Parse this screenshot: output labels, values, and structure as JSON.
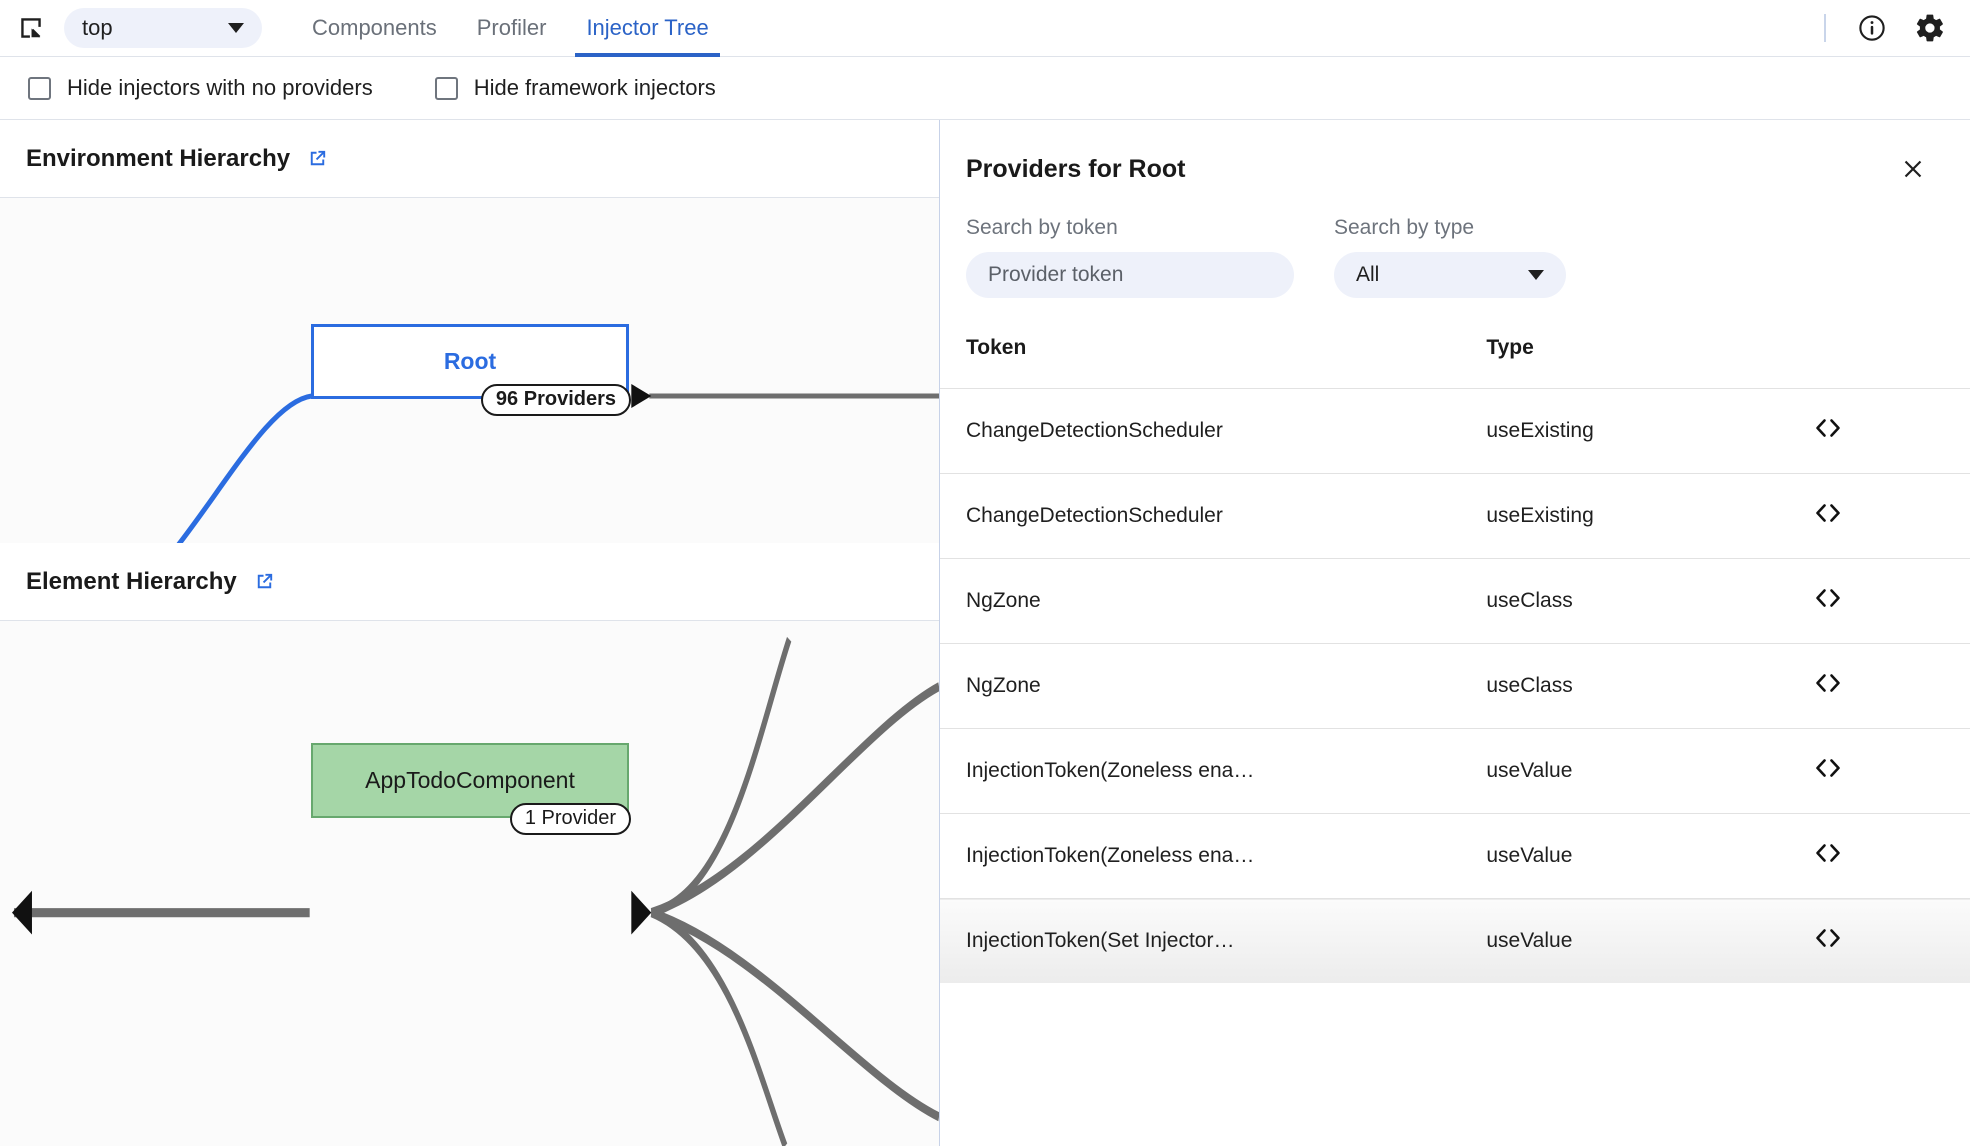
{
  "toolbar": {
    "select_element_icon": "select-element-icon",
    "frame_selector": {
      "value": "top",
      "chevron": "chevron-down-icon"
    },
    "tabs": [
      {
        "label": "Components",
        "active": false
      },
      {
        "label": "Profiler",
        "active": false
      },
      {
        "label": "Injector Tree",
        "active": true
      }
    ],
    "info_icon": "info-icon",
    "settings_icon": "gear-icon",
    "accent_color": "#2b63c7"
  },
  "filters": [
    {
      "label": "Hide injectors with no providers",
      "checked": false
    },
    {
      "label": "Hide framework injectors",
      "checked": false
    }
  ],
  "environment_hierarchy": {
    "title": "Environment Hierarchy",
    "open_icon": "external-link-icon",
    "node": {
      "title": "Root",
      "badge": "96 Providers",
      "border_color": "#2b6ce0",
      "fill_color": "#ffffff",
      "text_color": "#2b6ce0"
    }
  },
  "element_hierarchy": {
    "title": "Element Hierarchy",
    "open_icon": "external-link-icon",
    "node": {
      "title": "AppTodoComponent",
      "badge": "1 Provider",
      "border_color": "#67a86e",
      "fill_color": "#a5d6a7",
      "text_color": "#1a1a1a"
    }
  },
  "providers_panel": {
    "title": "Providers for Root",
    "close_icon": "close-icon",
    "search_token": {
      "label": "Search by token",
      "value": "",
      "placeholder": "Provider token"
    },
    "search_type": {
      "label": "Search by type",
      "value": "All",
      "chevron": "chevron-down-icon"
    },
    "columns": [
      "Token",
      "Type"
    ],
    "rows": [
      {
        "token": "ChangeDetectionScheduler",
        "type": "useExisting",
        "action": "code-icon"
      },
      {
        "token": "ChangeDetectionScheduler",
        "type": "useExisting",
        "action": "code-icon"
      },
      {
        "token": "NgZone",
        "type": "useClass",
        "action": "code-icon"
      },
      {
        "token": "NgZone",
        "type": "useClass",
        "action": "code-icon"
      },
      {
        "token": "InjectionToken(Zoneless ena…",
        "type": "useValue",
        "action": "code-icon"
      },
      {
        "token": "InjectionToken(Zoneless ena…",
        "type": "useValue",
        "action": "code-icon"
      },
      {
        "token": "InjectionToken(Set Injector…",
        "type": "useValue",
        "action": "code-icon"
      }
    ]
  }
}
